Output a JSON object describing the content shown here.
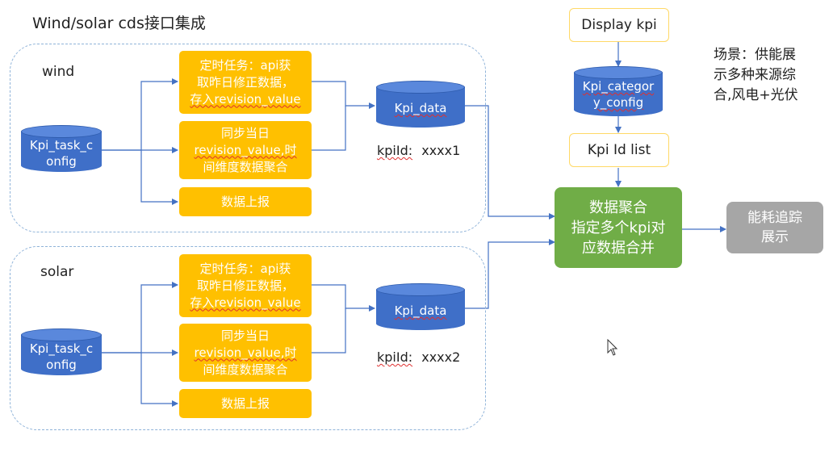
{
  "title": "Wind/solar cds接口集成",
  "wind": {
    "label": "wind",
    "cyl_line1": "Kpi_task_c",
    "cyl_line2": "onfig",
    "task1_line1": "定时任务：api获",
    "task1_line2": "取昨日修正数据，",
    "task1_line3": "存入revision_value",
    "task2_line1": "同步当日",
    "task2_line2": "revision_value,时",
    "task2_line3": "间维度数据聚合",
    "task3": "数据上报",
    "db": "Kpi_data",
    "kpiid_label": "kpiId:",
    "kpiid_value": "xxxx1"
  },
  "solar": {
    "label": "solar",
    "cyl_line1": "Kpi_task_c",
    "cyl_line2": "onfig",
    "task1_line1": "定时任务：api获",
    "task1_line2": "取昨日修正数据，",
    "task1_line3": "存入revision_value",
    "task2_line1": "同步当日",
    "task2_line2": "revision_value,时",
    "task2_line3": "间维度数据聚合",
    "task3": "数据上报",
    "db": "Kpi_data",
    "kpiid_label": "kpiId:",
    "kpiid_value": "xxxx2"
  },
  "right": {
    "display_kpi": "Display kpi",
    "category_line1": "Kpi_categor",
    "category_line2": "y_config",
    "id_list": "Kpi Id list",
    "aggregate_line1": "数据聚合",
    "aggregate_line2": "指定多个kpi对",
    "aggregate_line3": "应数据合并",
    "trace_line1": "能耗追踪",
    "trace_line2": "展示",
    "scene_line1": "场景：供能展",
    "scene_line2": "示多种来源综",
    "scene_line3": "合,风电+光伏"
  },
  "colors": {
    "orange": "#ffc000",
    "blue_db": "#3f6fc8",
    "green": "#70ad47",
    "gray": "#a6a6a6",
    "connector": "#4472c4",
    "dashed_border": "#8fb3d9"
  }
}
